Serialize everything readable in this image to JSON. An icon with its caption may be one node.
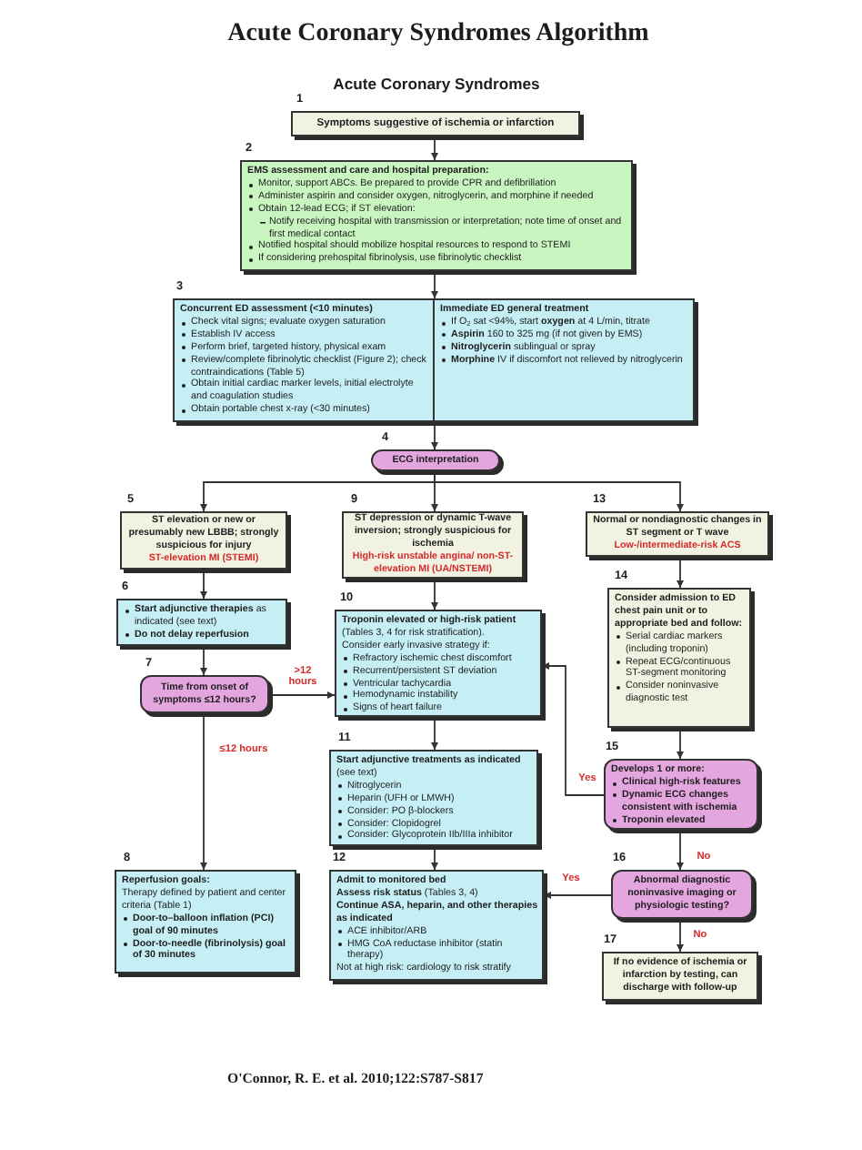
{
  "diagram": {
    "title": "Acute Coronary Syndromes Algorithm",
    "nodes": [
      {
        "text": [
          "Symptoms suggestive of ischemia or infarction"
        ],
        "beside": [
          "1"
        ]
      },
      {
        "text": [
          "EMS assessment and care and hospital preparation:",
          "Monitor, support ABCs. Be prepared to provide CPR and defibrillation",
          "Administer aspirin and consider oxygen, nitroglycerin, and morphine if needed",
          "Obtain 12-lead ECG; if ST elevation:",
          "Notify receiving hospital with transmission or interpretation; note time of onset and first medical contact",
          "Notified hospital should mobilize hospital resources to respond to STEMI",
          "If considering prehospital fibrinolysis, use fibrinolytic checklist"
        ],
        "beside": [
          "2"
        ]
      },
      {
        "text": [
          "Concurrent ED assessment (<10 minutes)",
          "Check vital signs; evaluate oxygen saturation",
          "Establish IV access",
          "Perform brief, targeted history, physical exam",
          "Review/complete fibrinolytic checklist (Figure 2); check contraindications (Table 5)",
          "Obtain initial cardiac marker levels, initial electrolyte and coagulation studies",
          "Obtain portable chest x-ray (<30 minutes)",
          "Immediate ED general treatment",
          "If O$_{2}$ sat <94%, start **oxygen** at 4 L/min, titrate",
          "**Aspirin** 160 to 325 mg (if not given by EMS)",
          "**Nitroglycerin** sublingual or spray",
          "**Morphine** IV if discomfort not relieved by nitroglycerin"
        ],
        "beside": [
          "3"
        ]
      },
      {
        "text": [
          "ECG interpretation"
        ],
        "beside": [
          "4"
        ]
      },
      {
        "text": [
          "ST elevation or new or presumably new LBBB; strongly suspicious for injury",
          "ST-elevation MI (STEMI)"
        ],
        "beside": [
          "5"
        ]
      },
      {
        "text": [
          "ST depression or dynamic T-wave inversion; strongly suspicious for ischemia",
          "High-risk unstable angina/ non-ST-elevation MI (UA/NSTEMI)"
        ],
        "beside": [
          "9"
        ]
      },
      {
        "text": [
          "Normal or nondiagnostic changes in ST segment or T wave",
          "Low-/intermediate-risk ACS"
        ],
        "beside": [
          "13"
        ]
      },
      {
        "text": [
          "**Start adjunctive therapies** as indicated (see text)",
          "Do not delay reperfusion"
        ],
        "beside": [
          "6"
        ]
      },
      {
        "text": [
          "Troponin elevated or high-risk patient",
          "(Tables 3, 4 for risk stratification).",
          "Consider early invasive strategy if:",
          "Refractory ischemic chest discomfort",
          "Recurrent/persistent ST deviation",
          "Ventricular tachycardia",
          "Hemodynamic instability",
          "Signs of heart failure"
        ],
        "beside": [
          "10"
        ]
      },
      {
        "text": [
          "Consider admission to ED chest pain unit or to appropriate bed and follow:",
          "Serial cardiac markers (including troponin)",
          "Repeat ECG/continuous ST-segment monitoring",
          "Consider noninvasive diagnostic test"
        ],
        "beside": [
          "14"
        ]
      },
      {
        "text": [
          "Time from onset of symptoms ≤12 hours?"
        ],
        "beside": [
          "7"
        ]
      },
      {
        "text": [
          "**Start adjunctive treatments as indicated** (see text)",
          "Nitroglycerin",
          "Heparin (UFH or LMWH)",
          "Consider: PO β-blockers",
          "Consider: Clopidogrel",
          "Consider: Glycoprotein IIb/IIIa inhibitor"
        ],
        "beside": [
          "11"
        ]
      },
      {
        "text": [
          "Develops 1 or more:",
          "Clinical high-risk features",
          "Dynamic ECG changes consistent with ischemia",
          "Troponin elevated"
        ],
        "beside": [
          "15"
        ]
      },
      {
        "text": [
          "Reperfusion goals:",
          "Therapy defined by patient and center criteria (Table 1)",
          "Door-to–balloon inflation (PCI) goal of 90 minutes",
          "Door-to-needle (fibrinolysis) goal of 30 minutes"
        ],
        "beside": [
          "8"
        ]
      },
      {
        "text": [
          "Admit to monitored bed",
          "**Assess risk status** (Tables 3, 4)",
          "Continue ASA, heparin, and other therapies as indicated",
          "ACE inhibitor/ARB",
          "HMG CoA reductase inhibitor (statin therapy)",
          "Not at high risk: cardiology to risk stratify"
        ],
        "beside": [
          "12"
        ]
      },
      {
        "text": [
          "Abnormal diagnostic noninvasive imaging or physiologic testing?"
        ],
        "beside": [
          "16"
        ]
      },
      {
        "text": [
          "If no evidence of ischemia or infarction by testing, can discharge with follow-up"
        ],
        "beside": [
          "17"
        ]
      }
    ],
    "edges": [
      {
        "from": 0,
        "to": 1,
        "arrow": "to"
      },
      {
        "from": 1,
        "to": 2,
        "arrow": "to"
      },
      {
        "from": 2,
        "to": 3,
        "arrow": "to"
      },
      {
        "from": 3,
        "to": 4,
        "arrow": "to"
      },
      {
        "from": 3,
        "to": 5,
        "arrow": "to"
      },
      {
        "from": 3,
        "to": 6,
        "arrow": "to"
      },
      {
        "from": 4,
        "to": 7,
        "arrow": "to"
      },
      {
        "from": 7,
        "to": 10,
        "arrow": "to"
      },
      {
        "from": 10,
        "to": 8,
        "arrow": "to",
        "label": ">12 hours"
      },
      {
        "from": 10,
        "to": 13,
        "arrow": "to",
        "label": "≤12 hours"
      },
      {
        "from": 5,
        "to": 8,
        "arrow": "to"
      },
      {
        "from": 8,
        "to": 11,
        "arrow": "to"
      },
      {
        "from": 11,
        "to": 14,
        "arrow": "to"
      },
      {
        "from": 6,
        "to": 9,
        "arrow": "to"
      },
      {
        "from": 9,
        "to": 12,
        "arrow": "to"
      },
      {
        "from": 12,
        "to": 8,
        "arrow": "to",
        "label": "Yes"
      },
      {
        "from": 12,
        "to": 15,
        "arrow": "to",
        "label": "No"
      },
      {
        "from": 15,
        "to": 14,
        "arrow": "to",
        "label": "Yes"
      },
      {
        "from": 15,
        "to": 16,
        "arrow": "to",
        "label": "No"
      }
    ],
    "labels": [
      "Acute Coronary Syndromes",
      "O'Connor, R. E. et al. 2010;122:S787-S817"
    ]
  }
}
